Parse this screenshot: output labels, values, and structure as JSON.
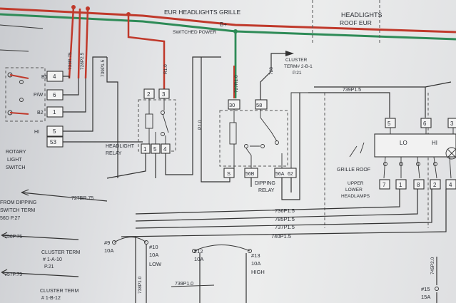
{
  "header": {
    "zone_left": "EUR HEADLIGHTS GRILLE",
    "zone_right_1": "HEADLIGHTS",
    "zone_right_2": "ROOF EUR",
    "b_plus": "B+",
    "switched_power": "SWITCHED POWER"
  },
  "rotary_switch": {
    "title_1": "ROTARY",
    "title_2": "LIGHT",
    "title_3": "SWITCH",
    "contacts": [
      "B1",
      "P/W",
      "B2",
      "HI"
    ],
    "pins": [
      "4",
      "6",
      "1",
      "5",
      "53"
    ]
  },
  "headlight_relay": {
    "title_1": "HEADLIGHT",
    "title_2": "RELAY",
    "top_pins": [
      "2",
      "3"
    ],
    "bottom_pins": [
      "1",
      "5",
      "4"
    ]
  },
  "dipping_relay": {
    "title_1": "DIPPING",
    "title_2": "RELAY",
    "top_pins": [
      "30",
      "58"
    ],
    "bottom_pins": [
      "S",
      "56B",
      "56A",
      "62"
    ]
  },
  "cluster_term_top": {
    "line_1": "CLUSTER",
    "line_2": "TERM# 2-B-1",
    "line_3": "P.21"
  },
  "lamps": {
    "lo": "LO",
    "hi": "HI",
    "grille_roof": "GRILLE ROOF",
    "caption_1": "UPPER",
    "caption_2": "LOWER",
    "caption_3": "HEADLAMPS",
    "top_pins": [
      "5",
      "6",
      "3"
    ],
    "bottom_pins": [
      "7",
      "1",
      "8",
      "2",
      "4"
    ]
  },
  "wires": {
    "w1": "733R.75",
    "w2": "728P2.5",
    "w3": "739P1.5",
    "w4": "R1.0",
    "w5": "727R1.0",
    "w6": "728",
    "w7": "P1.0",
    "w8": "739P1.5",
    "w9": "727BR.75",
    "w10": "736P1.5",
    "w11": "785P1.5",
    "w12": "737P1.5",
    "w13": "740P1.5",
    "w14": "738P1.0",
    "w15": "739P1.0",
    "w16": "745P2.0",
    "w17": "756P.75",
    "w18": "757P.75"
  },
  "notes": {
    "dipping_1": "FROM DIPPING",
    "dipping_2": "SWITCH TERM",
    "dipping_3": "56D P.27",
    "cluster_a_1": "CLUSTER TERM",
    "cluster_a_2": "# 1-A-10",
    "cluster_a_3": "P.21",
    "cluster_b_1": "CLUSTER TERM",
    "cluster_b_2": "# 1-B-12"
  },
  "fuses": [
    {
      "num": "#9",
      "amps": "10A",
      "tag": ""
    },
    {
      "num": "#10",
      "amps": "10A",
      "tag": "LOW"
    },
    {
      "num": "#12",
      "amps": "10A",
      "tag": ""
    },
    {
      "num": "#13",
      "amps": "10A",
      "tag": "HIGH"
    },
    {
      "num": "#15",
      "amps": "15A",
      "tag": ""
    }
  ],
  "colors": {
    "power_red": "#c0392b",
    "power_green": "#2e8b57",
    "wire": "#333333"
  }
}
